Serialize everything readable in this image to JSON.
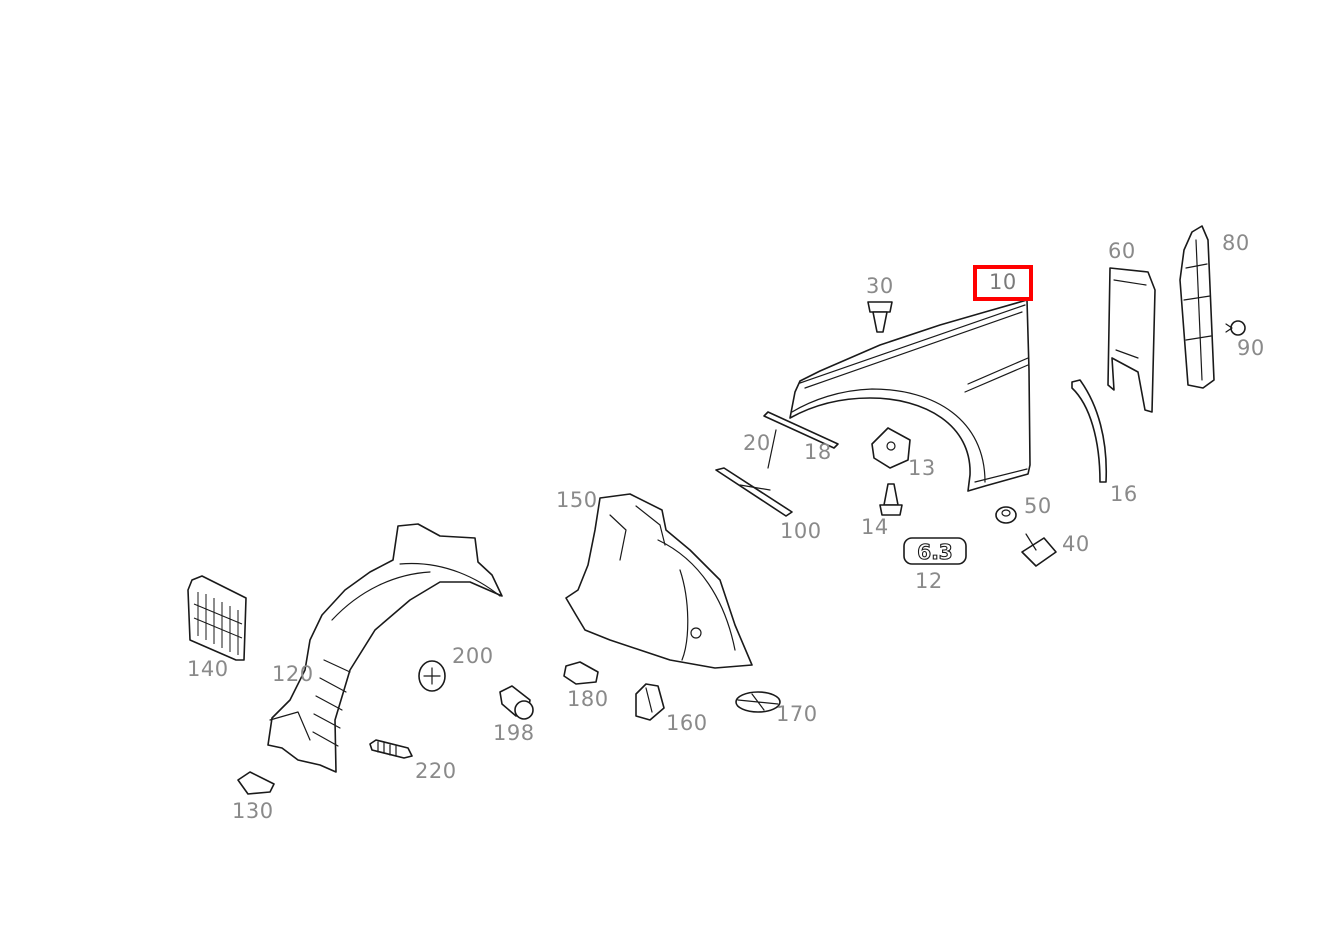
{
  "highlight_color": "#ff0000",
  "highlighted_part": "10",
  "callouts": {
    "p10": "10",
    "p12": "12",
    "p13": "13",
    "p14": "14",
    "p16": "16",
    "p18": "18",
    "p20": "20",
    "p30": "30",
    "p40": "40",
    "p50": "50",
    "p60": "60",
    "p80": "80",
    "p90": "90",
    "p100": "100",
    "p120": "120",
    "p130": "130",
    "p140": "140",
    "p150": "150",
    "p160": "160",
    "p170": "170",
    "p180": "180",
    "p198": "198",
    "p200": "200",
    "p220": "220"
  },
  "badges": {
    "emblem_text": "6.3"
  }
}
